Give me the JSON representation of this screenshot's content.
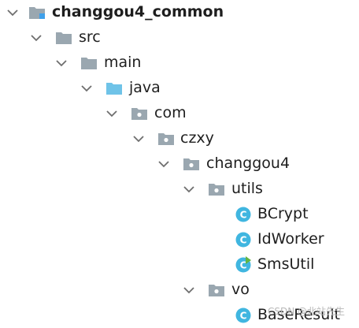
{
  "tree": {
    "root": {
      "label": "changgou4_common",
      "icon": "module-folder-icon",
      "expanded": true
    },
    "src": {
      "label": "src",
      "icon": "folder-icon",
      "expanded": true
    },
    "main": {
      "label": "main",
      "icon": "folder-icon",
      "expanded": true
    },
    "java": {
      "label": "java",
      "icon": "source-root-folder-icon",
      "expanded": true
    },
    "com": {
      "label": "com",
      "icon": "package-icon",
      "expanded": true
    },
    "czxy": {
      "label": "czxy",
      "icon": "package-icon",
      "expanded": true
    },
    "changgou4": {
      "label": "changgou4",
      "icon": "package-icon",
      "expanded": true
    },
    "utils": {
      "label": "utils",
      "icon": "package-icon",
      "expanded": true
    },
    "bcrypt": {
      "label": "BCrypt",
      "icon": "class-icon"
    },
    "idworker": {
      "label": "IdWorker",
      "icon": "class-icon"
    },
    "smsutil": {
      "label": "SmsUtil",
      "icon": "runnable-class-icon"
    },
    "vo": {
      "label": "vo",
      "icon": "package-icon",
      "expanded": true
    },
    "baseresult": {
      "label": "BaseResult",
      "icon": "class-icon"
    }
  },
  "colors": {
    "folder": "#9aa7b0",
    "source_folder": "#6fc3e8",
    "module_badge": "#3fa0ea",
    "class_circle": "#40b6e0",
    "runnable_arrow": "#62b543",
    "chevron": "#6e6e6e"
  },
  "watermark": "CSDN @北站先生"
}
